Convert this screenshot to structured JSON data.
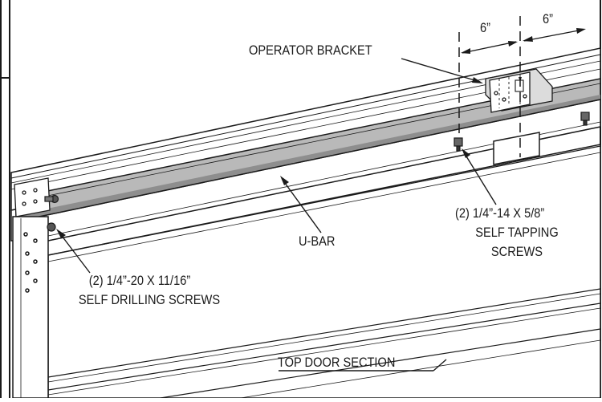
{
  "labels": {
    "dim_left": "6”",
    "dim_right": "6”",
    "operator_bracket": "OPERATOR BRACKET",
    "tapping_screws_line1": "(2) 1/4”-14 X 5/8”",
    "tapping_screws_line2": "SELF TAPPING",
    "tapping_screws_line3": "SCREWS",
    "u_bar": "U-BAR",
    "drilling_screws_line1": "(2) 1/4”-20 X 11/16”",
    "drilling_screws_line2": "SELF DRILLING SCREWS",
    "top_door_section": "TOP DOOR SECTION"
  },
  "colors": {
    "line": "#1a1a1a",
    "ubar_fill": "#b9b9b9",
    "ubar_shadow": "#8e8e8e",
    "background": "#ffffff"
  }
}
